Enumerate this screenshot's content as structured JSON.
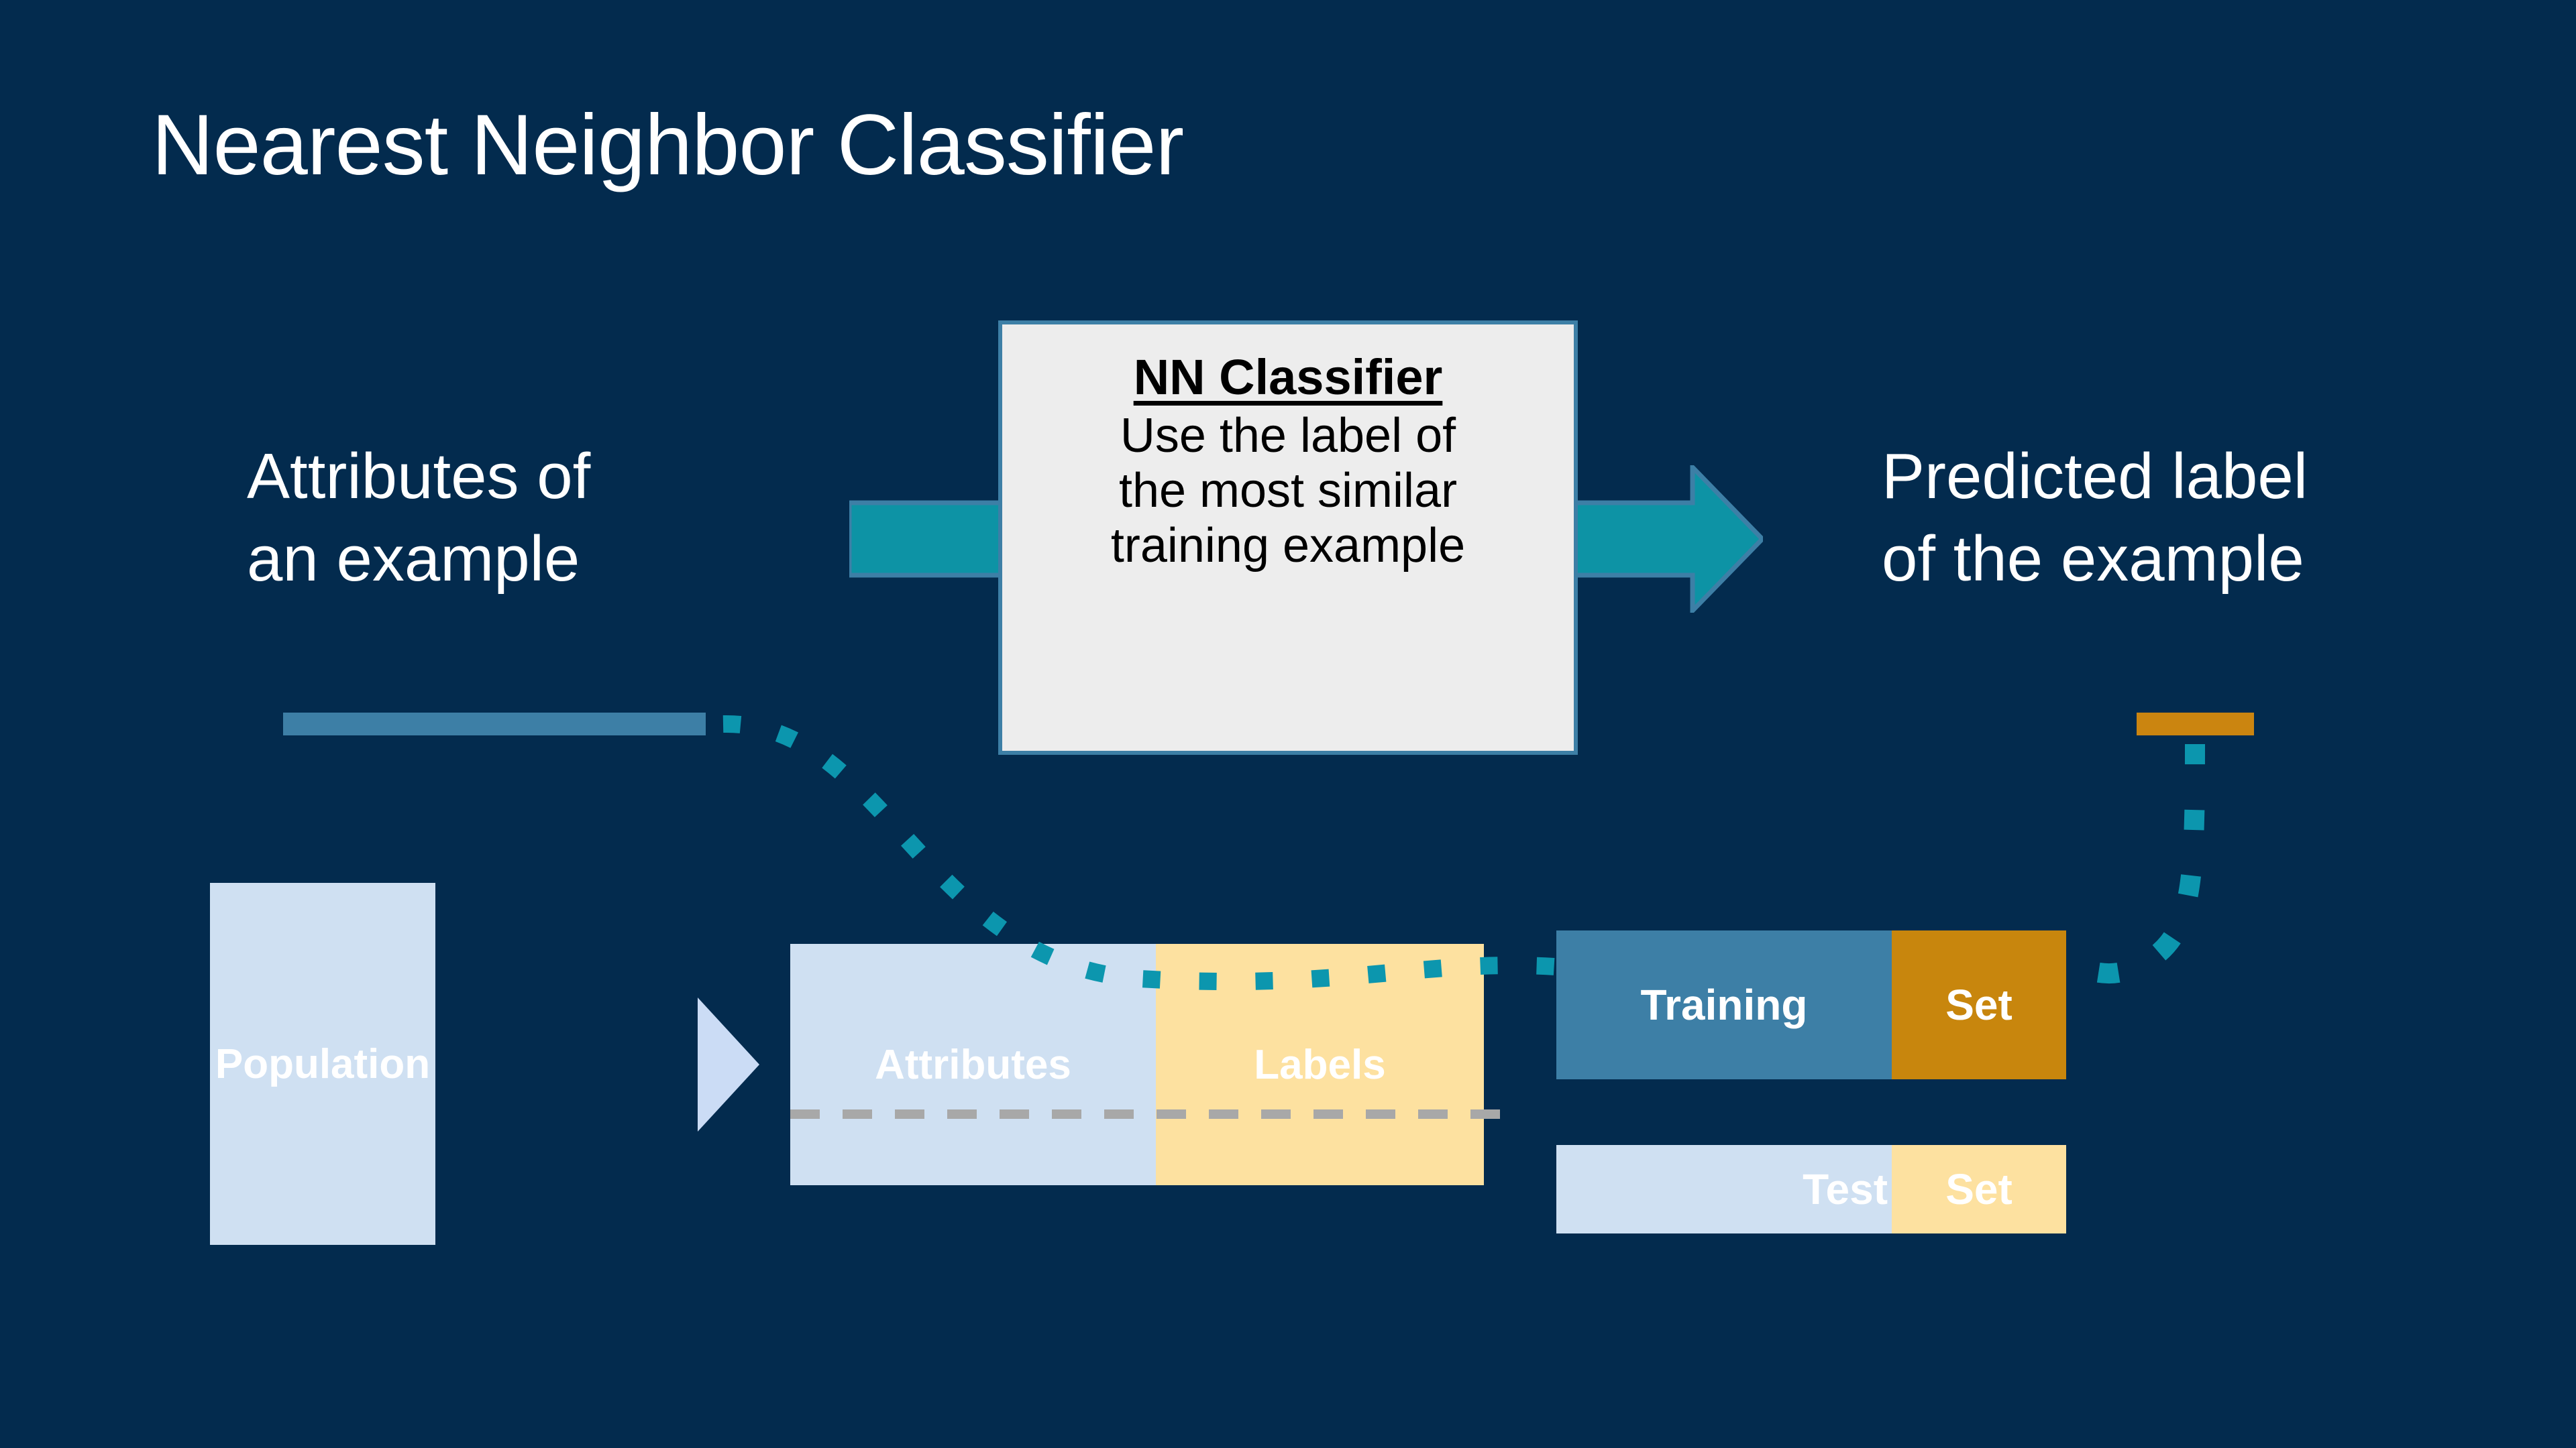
{
  "slide": {
    "title": "Nearest Neighbor Classifier",
    "background_color": "#032B4E"
  },
  "flow": {
    "input_caption": "Attributes of\nan example",
    "output_caption": "Predicted label\nof the example",
    "arrow_color": "#0D93A5",
    "arrow_name": "process-arrow"
  },
  "classifier_box": {
    "title": "NN Classifier",
    "body": "Use the label of\nthe most similar\ntraining example",
    "background_color": "#EDEDED",
    "border_color": "#3D7FA6"
  },
  "bars": {
    "attribute_bar_color": "#3D7FA6",
    "predicted_bar_color": "#CB8510"
  },
  "pipeline": {
    "population_label": "Population",
    "population_color": "#CFE0F2",
    "attributes_label": "Attributes",
    "attributes_color": "#CFE0F2",
    "labels_label": "Labels",
    "labels_color": "#FDE1A0",
    "training_label": "Training",
    "training_color": "#3D7FA6",
    "training_set_label": "Set",
    "training_set_color": "#C8860D",
    "test_label": "Test",
    "test_color": "#CFE0F2",
    "test_set_label": "Set",
    "test_set_color": "#FDE1A0",
    "divider_color": "#A8A8A8",
    "dotted_connector_color": "#0C96AE"
  }
}
